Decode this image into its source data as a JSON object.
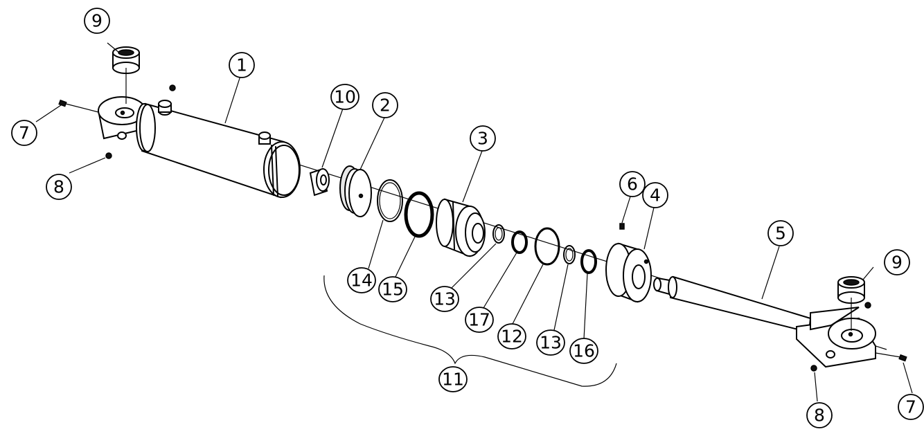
{
  "balloons": [
    {
      "id": "b1",
      "label": "1"
    },
    {
      "id": "b2",
      "label": "2"
    },
    {
      "id": "b3",
      "label": "3"
    },
    {
      "id": "b4",
      "label": "4"
    },
    {
      "id": "b5",
      "label": "5"
    },
    {
      "id": "b6",
      "label": "6"
    },
    {
      "id": "b7a",
      "label": "7"
    },
    {
      "id": "b7b",
      "label": "7"
    },
    {
      "id": "b8a",
      "label": "8"
    },
    {
      "id": "b8b",
      "label": "8"
    },
    {
      "id": "b9a",
      "label": "9"
    },
    {
      "id": "b9b",
      "label": "9"
    },
    {
      "id": "b10",
      "label": "10"
    },
    {
      "id": "b11",
      "label": "11"
    },
    {
      "id": "b12",
      "label": "12"
    },
    {
      "id": "b13a",
      "label": "13"
    },
    {
      "id": "b13b",
      "label": "13"
    },
    {
      "id": "b14",
      "label": "14"
    },
    {
      "id": "b15",
      "label": "15"
    },
    {
      "id": "b16",
      "label": "16"
    },
    {
      "id": "b17",
      "label": "17"
    }
  ]
}
